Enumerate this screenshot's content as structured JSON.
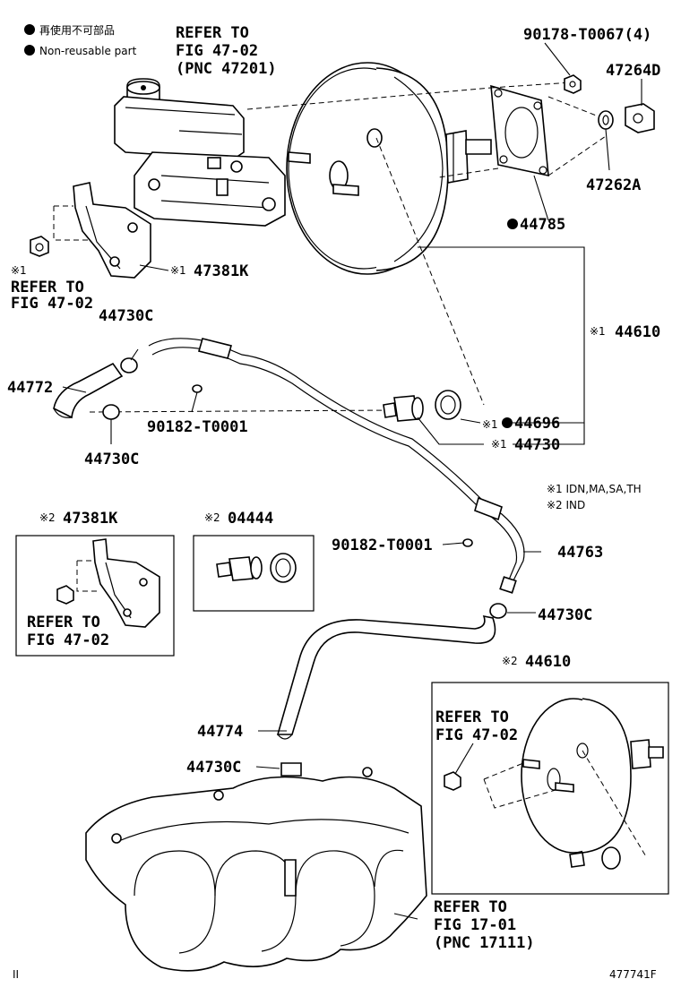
{
  "legend": {
    "reused": "再使用不可部品",
    "nonreusable": "Non-reusable part"
  },
  "labels": {
    "refer_4702_pnc_l1": "REFER TO",
    "refer_4702_pnc_l2": "FIG 47-02",
    "refer_4702_pnc_l3": "(PNC 47201)",
    "p90178": "90178-T0067(4)",
    "p47264d": "47264D",
    "p47262a": "47262A",
    "p44785": "44785",
    "refer_left_mark": "※1",
    "refer_left_l1": "REFER TO",
    "refer_left_l2": "FIG 47-02",
    "p47381k_mark": "※1",
    "p47381k": "47381K",
    "p44730c_top": "44730C",
    "p44610_mark": "※1",
    "p44610": "44610",
    "p44772": "44772",
    "p90182_a": "90182-T0001",
    "p44730c_mid": "44730C",
    "p44696_mark": "※1",
    "p44696": "44696",
    "p44730_mark": "※1",
    "p44730": "44730",
    "note1": "※1 IDN,MA,SA,TH",
    "note2": "※2 IND",
    "box1_mark": "※2",
    "box1_part": "47381K",
    "box1_ref_l1": "REFER TO",
    "box1_ref_l2": "FIG 47-02",
    "box2_mark": "※2",
    "box2_part": "04444",
    "p90182_b": "90182-T0001",
    "p44763": "44763",
    "p44730c_low": "44730C",
    "box3_mark": "※2",
    "box3_part": "44610",
    "box3_ref_l1": "REFER TO",
    "box3_ref_l2": "FIG 47-02",
    "p44774": "44774",
    "p44730c_bottom": "44730C",
    "refer_1701_l1": "REFER TO",
    "refer_1701_l2": "FIG 17-01",
    "refer_1701_l3": "(PNC 17111)",
    "corner_left": "II",
    "fig_id": "477741F"
  }
}
